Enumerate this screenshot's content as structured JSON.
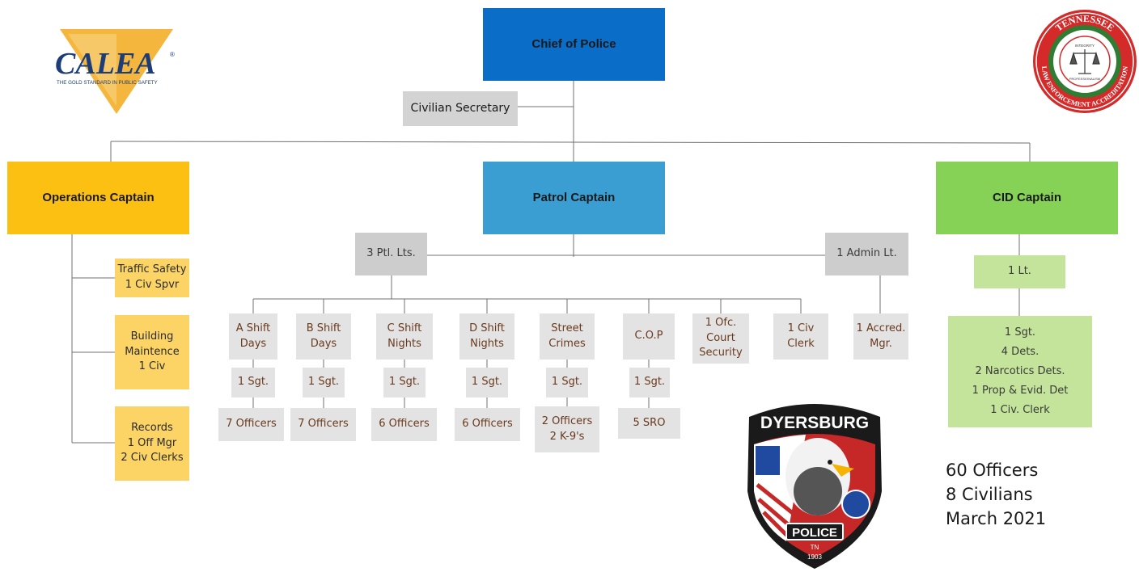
{
  "chief": "Chief of Police",
  "secretary": "Civilian Secretary",
  "operations": {
    "title": "Operations Captain",
    "units": [
      [
        "Traffic Safety",
        "1 Civ Spvr"
      ],
      [
        "Building",
        "Maintence",
        "1 Civ"
      ],
      [
        "Records",
        "1 Off Mgr",
        "2 Civ Clerks"
      ]
    ]
  },
  "patrol": {
    "title": "Patrol Captain",
    "ptl_lts": "3 Ptl. Lts.",
    "admin_lt": "1 Admin Lt.",
    "accred": [
      "1 Accred.",
      "Mgr."
    ],
    "columns": [
      {
        "title": [
          "A Shift",
          "Days"
        ],
        "sgt": "1 Sgt.",
        "officers": [
          "7 Officers"
        ]
      },
      {
        "title": [
          "B Shift",
          "Days"
        ],
        "sgt": "1 Sgt.",
        "officers": [
          "7 Officers"
        ]
      },
      {
        "title": [
          "C Shift",
          "Nights"
        ],
        "sgt": "1 Sgt.",
        "officers": [
          "6 Officers"
        ]
      },
      {
        "title": [
          "D Shift",
          "Nights"
        ],
        "sgt": "1 Sgt.",
        "officers": [
          "6 Officers"
        ]
      },
      {
        "title": [
          "Street",
          "Crimes"
        ],
        "sgt": "1 Sgt.",
        "officers": [
          "2 Officers",
          "2 K-9's"
        ]
      },
      {
        "title": [
          "C.O.P"
        ],
        "sgt": "1 Sgt.",
        "officers": [
          "5 SRO"
        ]
      }
    ],
    "court": [
      "1 Ofc.",
      "Court",
      "Security"
    ],
    "civ_clerk": [
      "1 Civ",
      "Clerk"
    ]
  },
  "cid": {
    "title": "CID Captain",
    "lt": "1 Lt.",
    "staff": [
      "1 Sgt.",
      "4 Dets.",
      "2 Narcotics Dets.",
      "1 Prop & Evid. Det",
      "1 Civ. Clerk"
    ]
  },
  "summary": [
    "60 Officers",
    "8 Civilians",
    "March 2021"
  ],
  "logos": {
    "calea": {
      "name": "CALEA",
      "reg": "®",
      "tagline": "THE GOLD STANDARD IN PUBLIC SAFETY"
    },
    "tennessee": {
      "top": "TENNESSEE",
      "bottom": "LAW ENFORCEMENT ACCREDITATION",
      "inner_top": "INTEGRITY",
      "inner_bottom": "PROFESSIONALISM"
    },
    "dyersburg": {
      "name": "DYERSBURG",
      "police": "POLICE",
      "state": "TN",
      "year": "1903"
    }
  },
  "colors": {
    "chief": "#0a6dc8",
    "patrol": "#3a9ed3",
    "operations": "#fcc012",
    "cid": "#86d256"
  }
}
